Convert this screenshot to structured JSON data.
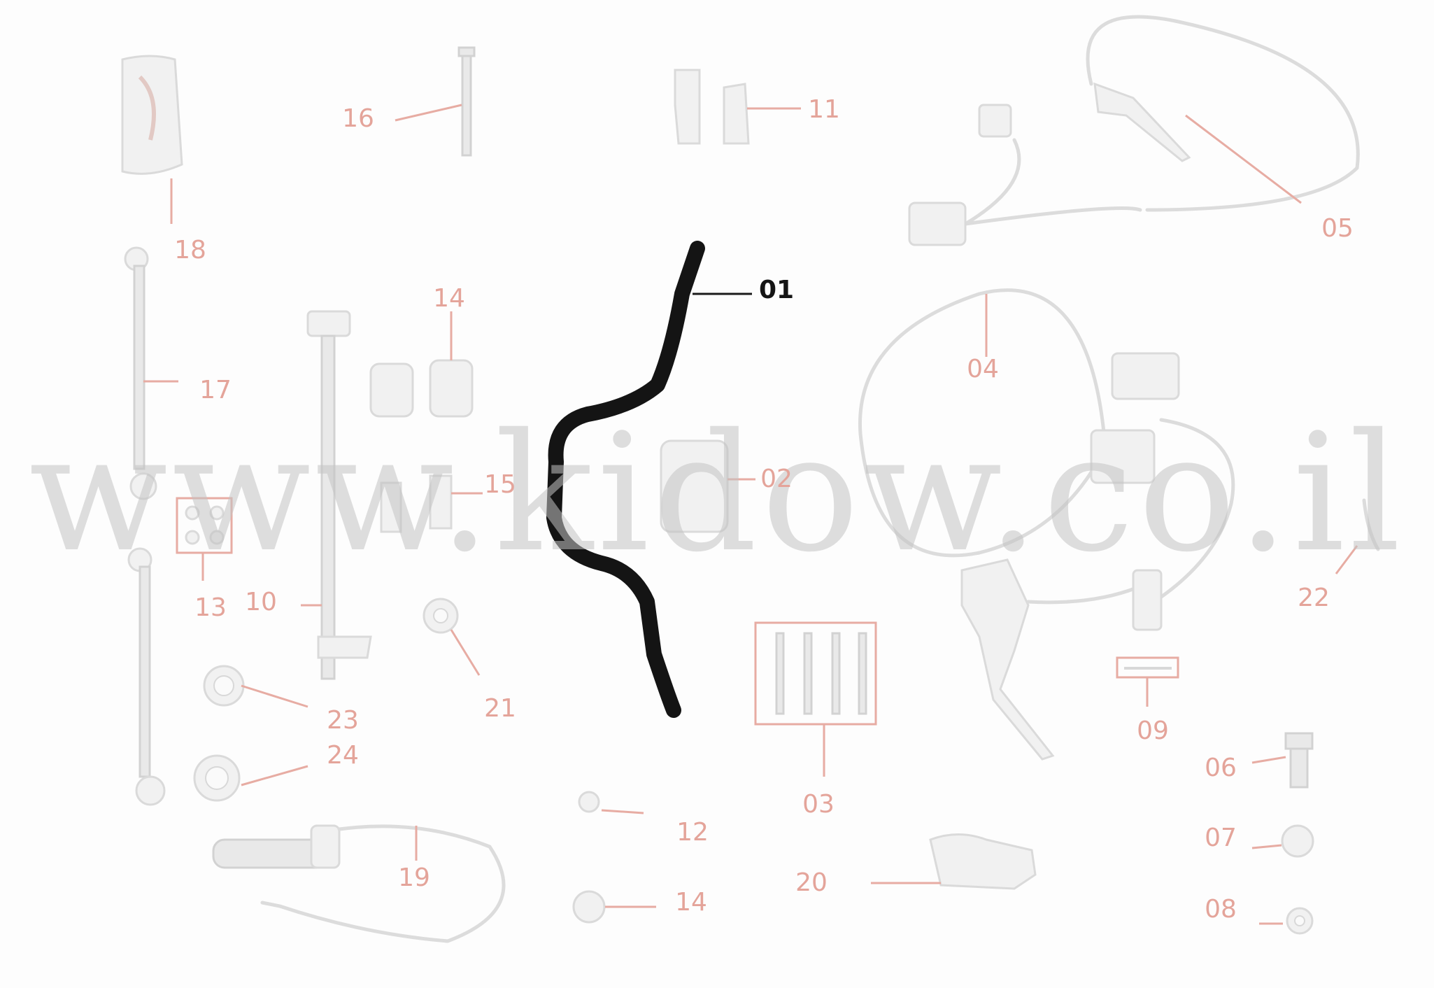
{
  "diagram": {
    "watermark": "www.kidow.co.il",
    "highlighted_part": "01",
    "parts": [
      {
        "id": "part-01",
        "label": "01",
        "name": "handlebar",
        "icon": "handlebar-icon",
        "highlighted": true
      },
      {
        "id": "part-02",
        "label": "02",
        "name": "clamp block",
        "icon": "clamp-icon"
      },
      {
        "id": "part-03",
        "label": "03",
        "name": "bolt set",
        "icon": "bolt-set-icon"
      },
      {
        "id": "part-04",
        "label": "04",
        "name": "rear brake assembly",
        "icon": "brake-assembly-icon"
      },
      {
        "id": "part-05",
        "label": "05",
        "name": "front brake assembly",
        "icon": "brake-assembly-icon"
      },
      {
        "id": "part-06",
        "label": "06",
        "name": "bolt",
        "icon": "bolt-icon"
      },
      {
        "id": "part-07",
        "label": "07",
        "name": "nut",
        "icon": "nut-icon"
      },
      {
        "id": "part-08",
        "label": "08",
        "name": "washer",
        "icon": "washer-icon"
      },
      {
        "id": "part-09",
        "label": "09",
        "name": "pin",
        "icon": "pin-icon"
      },
      {
        "id": "part-10",
        "label": "10",
        "name": "steering stem",
        "icon": "stem-icon"
      },
      {
        "id": "part-11",
        "label": "11",
        "name": "brackets",
        "icon": "bracket-icon"
      },
      {
        "id": "part-12",
        "label": "12",
        "name": "washer",
        "icon": "washer-icon"
      },
      {
        "id": "part-13",
        "label": "13",
        "name": "plate",
        "icon": "plate-icon"
      },
      {
        "id": "part-14a",
        "label": "14",
        "name": "holder",
        "icon": "holder-icon"
      },
      {
        "id": "part-14b",
        "label": "14",
        "name": "nut",
        "icon": "nut-icon"
      },
      {
        "id": "part-15",
        "label": "15",
        "name": "bushing",
        "icon": "bushing-icon"
      },
      {
        "id": "part-16",
        "label": "16",
        "name": "long bolt",
        "icon": "bolt-icon"
      },
      {
        "id": "part-17",
        "label": "17",
        "name": "tie rod",
        "icon": "tie-rod-icon"
      },
      {
        "id": "part-18",
        "label": "18",
        "name": "grip",
        "icon": "grip-icon"
      },
      {
        "id": "part-19",
        "label": "19",
        "name": "throttle grip",
        "icon": "throttle-icon"
      },
      {
        "id": "part-20",
        "label": "20",
        "name": "bracket",
        "icon": "bracket-icon"
      },
      {
        "id": "part-21",
        "label": "21",
        "name": "nut",
        "icon": "nut-icon"
      },
      {
        "id": "part-22",
        "label": "22",
        "name": "cotter pin",
        "icon": "cotter-pin-icon"
      },
      {
        "id": "part-23",
        "label": "23",
        "name": "bearing",
        "icon": "bearing-icon"
      },
      {
        "id": "part-24",
        "label": "24",
        "name": "bearing",
        "icon": "bearing-icon"
      }
    ]
  }
}
